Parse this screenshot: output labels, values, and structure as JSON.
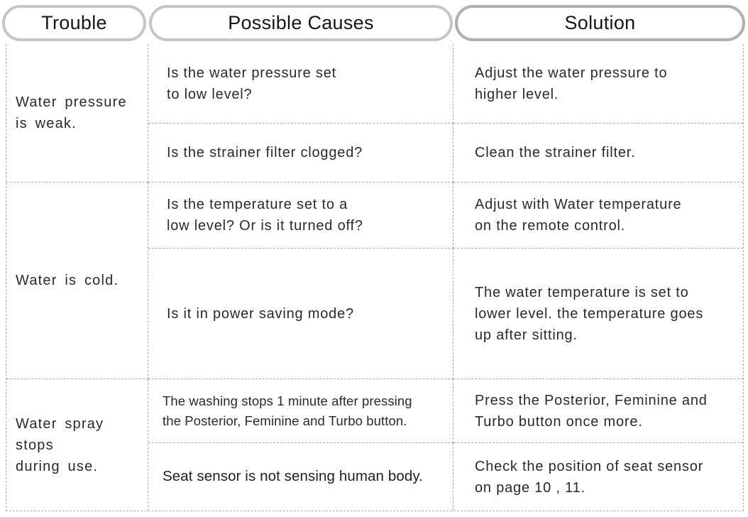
{
  "colors": {
    "pill_border": "#c6c6c6",
    "pill_border_solution": "#b0b0b0",
    "dashed_grid": "#a9a9a9",
    "text": "#2a2a2a"
  },
  "header": {
    "trouble": "Trouble",
    "possible_causes": "Possible Causes",
    "solution": "Solution"
  },
  "groups": [
    {
      "trouble": "Water pressure\nis weak.",
      "causes": [
        "Is the water pressure set\nto low level?",
        "Is the strainer filter clogged?"
      ],
      "solutions": [
        "Adjust the water pressure to\nhigher level.",
        "Clean the strainer filter."
      ]
    },
    {
      "trouble": "Water is cold.",
      "causes": [
        "Is the temperature set to a\nlow level? Or is it turned off?",
        "Is it in power saving mode?"
      ],
      "solutions": [
        "Adjust with Water temperature\non the remote control.",
        "The water temperature is set to\nlower level. the temperature goes\nup after sitting."
      ]
    },
    {
      "trouble": "Water spray stops\nduring use.",
      "causes": [
        "The washing stops 1 minute after pressing\nthe Posterior, Feminine and Turbo button.",
        "Seat sensor is not sensing human body."
      ],
      "solutions": [
        "Press the Posterior, Feminine and\nTurbo button once more.",
        "Check the position of seat sensor\non page 10 , 11."
      ]
    }
  ]
}
